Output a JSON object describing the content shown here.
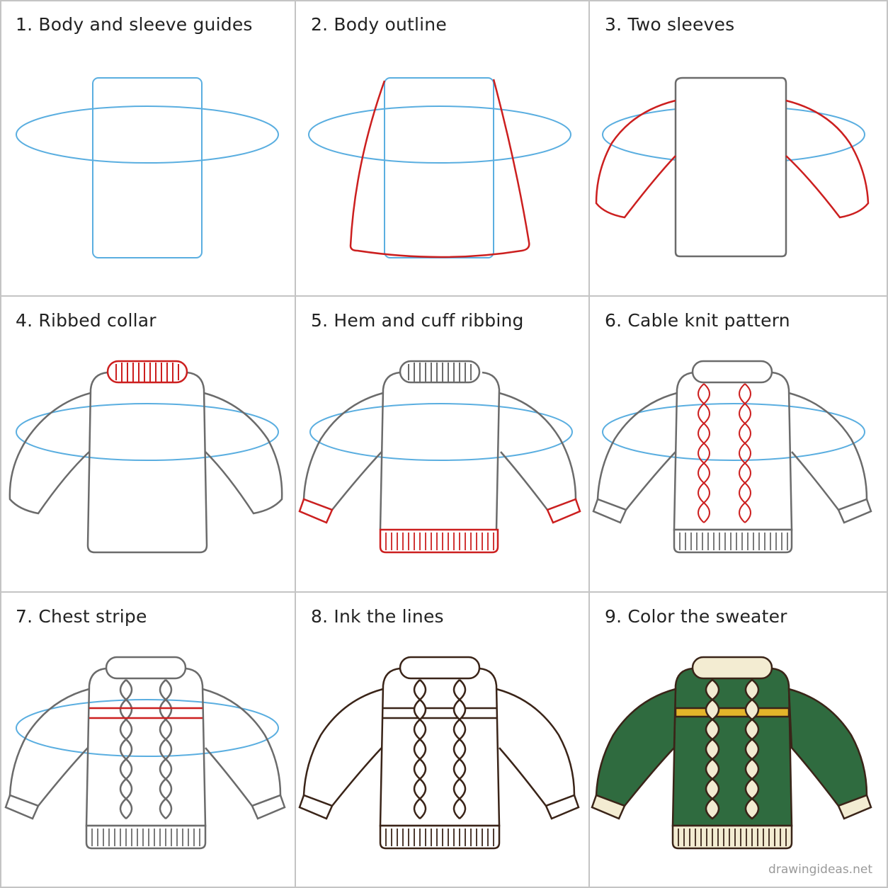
{
  "panels": [
    {
      "title": "1. Body and sleeve guides"
    },
    {
      "title": "2. Body outline"
    },
    {
      "title": "3. Two sleeves"
    },
    {
      "title": "4. Ribbed collar"
    },
    {
      "title": "5. Hem and cuff ribbing"
    },
    {
      "title": "6. Cable knit pattern"
    },
    {
      "title": "7. Chest stripe"
    },
    {
      "title": "8. Ink the lines"
    },
    {
      "title": "9. Color the sweater"
    }
  ],
  "watermark": "drawingideas.net",
  "colors": {
    "guide": "#5aaee0",
    "new_stroke": "#cc1f1f",
    "pencil": "#6b6b6b",
    "ink": "#3a2418",
    "sweater_green": "#2f6b3f",
    "cream": "#f3ecd2",
    "stripe_yellow": "#e3b52a"
  }
}
